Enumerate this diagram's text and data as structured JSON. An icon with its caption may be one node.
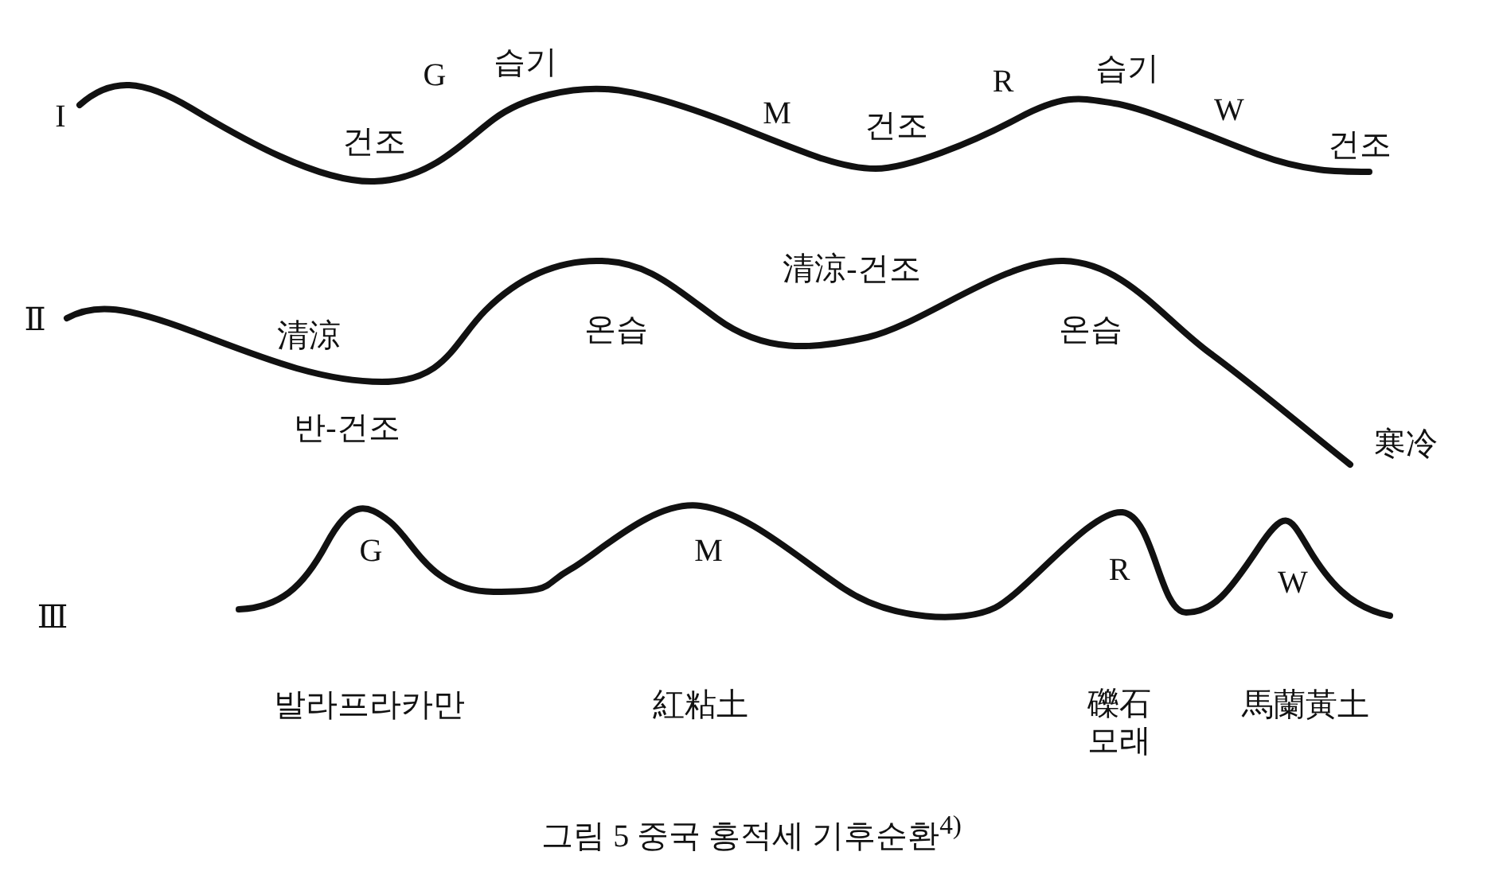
{
  "diagram": {
    "caption": "그림 5 중국 홍적세 기후순환$^{4)}$",
    "labels": [
      "I",
      "G",
      "습기",
      "R",
      "습기",
      "M",
      "W",
      "건조",
      "건조",
      "건조",
      "Ⅱ",
      "清涼-건조",
      "清涼",
      "온습",
      "온습",
      "반-건조",
      "寒冷",
      "G",
      "M",
      "R",
      "W",
      "Ⅲ",
      "발라프라카만",
      "紅粘土",
      "礫石 모래",
      "馬蘭黃土"
    ]
  }
}
